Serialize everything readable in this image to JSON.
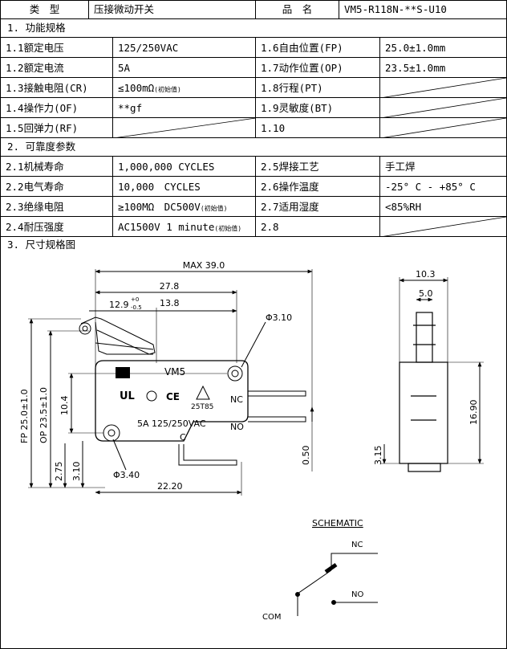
{
  "header": {
    "type_label": "类　型",
    "type_value": "压接微动开关",
    "product_label": "品　名",
    "product_value": "VM5-R118N-**S-U10"
  },
  "section1": {
    "title": "1. 功能规格",
    "rows": [
      {
        "l_label": "1.1额定电压",
        "l_value": "125/250VAC",
        "r_label": "1.6自由位置(FP)",
        "r_value": "25.0±1.0mm"
      },
      {
        "l_label": "1.2额定电流",
        "l_value": "5A",
        "r_label": "1.7动作位置(OP)",
        "r_value": "23.5±1.0mm"
      },
      {
        "l_label": "1.3接触电阻(CR)",
        "l_value": "≤100mΩ",
        "l_note": "(初始值)",
        "r_label": "1.8行程(PT)",
        "r_value": ""
      },
      {
        "l_label": "1.4操作力(OF)",
        "l_value": "**gf",
        "r_label": "1.9灵敏度(BT)",
        "r_value": ""
      },
      {
        "l_label": "1.5回弹力(RF)",
        "l_value": "",
        "r_label": "1.10",
        "r_value": ""
      }
    ]
  },
  "section2": {
    "title": "2. 可靠度参数",
    "rows": [
      {
        "l_label": "2.1机械寿命",
        "l_value": "1,000,000 CYCLES",
        "r_label": "2.5焊接工艺",
        "r_value": "手工焊"
      },
      {
        "l_label": "2.2电气寿命",
        "l_value": "10,000　CYCLES",
        "r_label": "2.6操作温度",
        "r_value": "-25° C - +85° C"
      },
      {
        "l_label": "2.3绝缘电阻",
        "l_value": "≥100MΩ　DC500V",
        "l_note": "(初始值)",
        "r_label": "2.7适用湿度",
        "r_value": "<85%RH"
      },
      {
        "l_label": "2.4耐压强度",
        "l_value": "AC1500V 1 minute",
        "l_note": "(初始值)",
        "r_label": "2.8",
        "r_value": ""
      }
    ]
  },
  "section3": {
    "title": "3. 尺寸规格图"
  },
  "drawing": {
    "max_len": "MAX 39.0",
    "dim_27_8": "27.8",
    "dim_12_9": "12.9",
    "tol_plus": "+0",
    "tol_minus": "-0.5",
    "dim_13_8": "13.8",
    "phi_310": "Φ3.10",
    "model": "VM5",
    "rating": "5A 125/250VAC",
    "rating_temp": "25T85",
    "nc": "NC",
    "no": "NO",
    "c": "C",
    "fp": "FP 25.0±1.0",
    "op": "OP 23.5±1.0",
    "dim_10_4": "10.4",
    "dim_2_75": "2.75",
    "dim_3_10": "3.10",
    "phi_340": "Φ3.40",
    "dim_22_20": "22.20",
    "dim_0_50": "0.50",
    "dim_10_3": "10.3",
    "dim_5_0": "5.0",
    "dim_16_90": "16.90",
    "dim_3_15": "3.15",
    "schematic_title": "SCHEMATIC",
    "sch_nc": "NC",
    "sch_no": "NO",
    "sch_com": "COM"
  }
}
